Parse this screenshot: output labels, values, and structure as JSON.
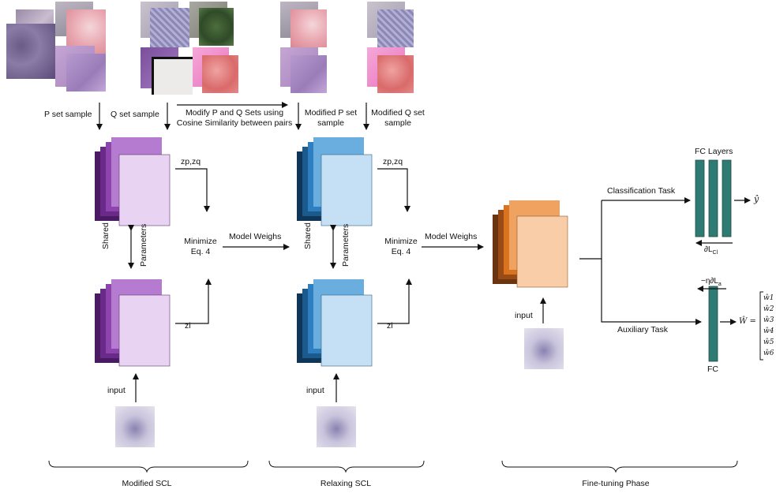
{
  "labels": {
    "p_set_sample": "P set sample",
    "q_set_sample": "Q set sample",
    "modify_line1": "Modify P and Q Sets using",
    "modify_line2": "Cosine Similarity between pairs",
    "modified_p_line1": "Modified P set",
    "modified_p_line2": "sample",
    "modified_q_line1": "Modified Q set",
    "modified_q_line2": "sample",
    "zpzq": "zp,zq",
    "zi": "zi",
    "minimize_line1": "Minimize",
    "minimize_line2": "Eq. 4",
    "model_weighs": "Model Weighs",
    "shared": "Shared",
    "parameters": "Parameters",
    "input": "input",
    "classification_task": "Classification Task",
    "auxiliary_task": "Auxiliary Task",
    "fc_layers": "FC Layers",
    "fc": "FC",
    "y_hat": "ŷ",
    "dL_cl": "∂L",
    "dL_cl_sub": "Cl",
    "neg_eta_dL_a": "−η∂L",
    "neg_eta_dL_a_sub": "a",
    "w_hat": "Ŵ =",
    "w_entries": [
      "ŵ1",
      "ŵ2",
      "ŵ3",
      "ŵ4",
      "ŵ5",
      "ŵ6"
    ]
  },
  "sections": {
    "modified_scl": "Modified SCL",
    "relaxing_scl": "Relaxing SCL",
    "fine_tuning": "Fine-tuning Phase"
  },
  "colors": {
    "purple_stack": [
      "#4a1a63",
      "#6a2a8a",
      "#8e44ad",
      "#b57bd0",
      "#e8d4f2"
    ],
    "blue_stack": [
      "#0f3557",
      "#1b5a8c",
      "#2f7fc0",
      "#6aaee0",
      "#c5e0f4"
    ],
    "orange_stack": [
      "#6b3410",
      "#9a4b15",
      "#d9731f",
      "#f0a260",
      "#f8cda7"
    ],
    "fc_teal": "#2f7a72"
  }
}
